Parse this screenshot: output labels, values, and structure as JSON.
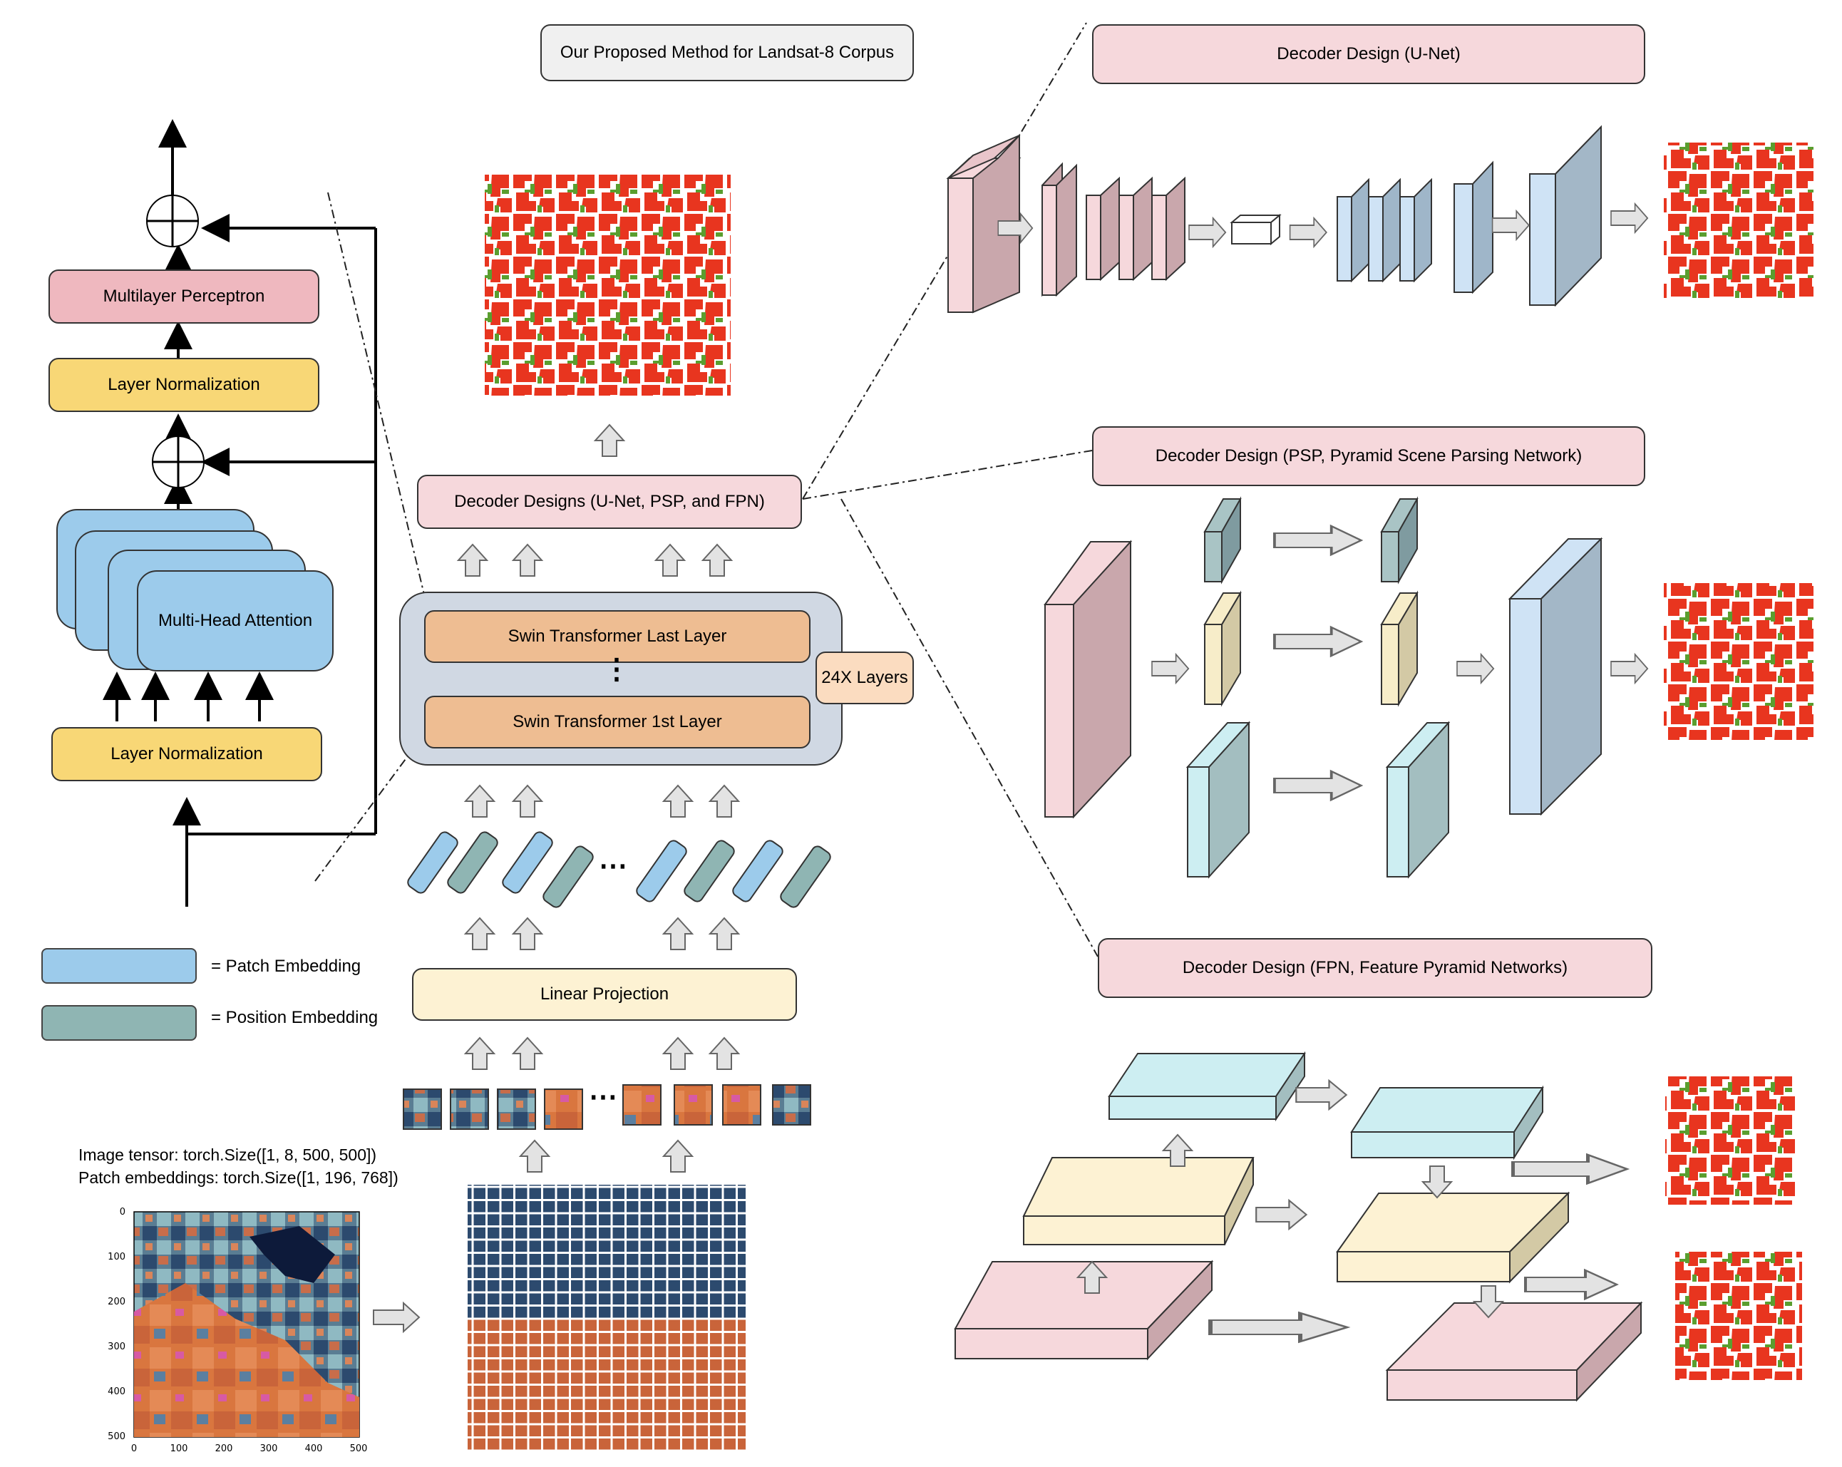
{
  "header": {
    "title": "Our Proposed Method for Landsat-8 Corpus"
  },
  "transformer_block": {
    "mlp_label": "Multilayer Perceptron",
    "norm_top_label": "Layer Normalization",
    "attention_label": "Multi-Head Attention",
    "norm_bottom_label": "Layer Normalization"
  },
  "legend": {
    "patch_label": "= Patch Embedding",
    "position_label": "= Position Embedding",
    "patch_color": "#9ccbeb",
    "position_color": "#8fb5b3"
  },
  "pipeline": {
    "decoders_label": "Decoder Designs (U-Net, PSP, and FPN)",
    "swin_last_label": "Swin Transformer Last Layer",
    "swin_first_label": "Swin Transformer 1st Layer",
    "layers_label": "24X Layers",
    "linear_projection_label": "Linear Projection",
    "image_tensor_text": "Image tensor: torch.Size([1, 8, 500, 500])",
    "patch_embeddings_text": "Patch embeddings: torch.Size([1, 196, 768])",
    "axis_ticks": [
      "0",
      "100",
      "200",
      "300",
      "400",
      "500"
    ]
  },
  "decoders": {
    "unet_title": "Decoder Design (U-Net)",
    "psp_title": "Decoder Design (PSP, Pyramid Scene Parsing Network)",
    "fpn_title": "Decoder Design (FPN, Feature Pyramid Networks)"
  },
  "colors": {
    "mask_red": "#e8351f",
    "mask_green": "#5a9e2f",
    "pink_block": "#f6d8dc",
    "blue_block": "#cfe3f5"
  }
}
